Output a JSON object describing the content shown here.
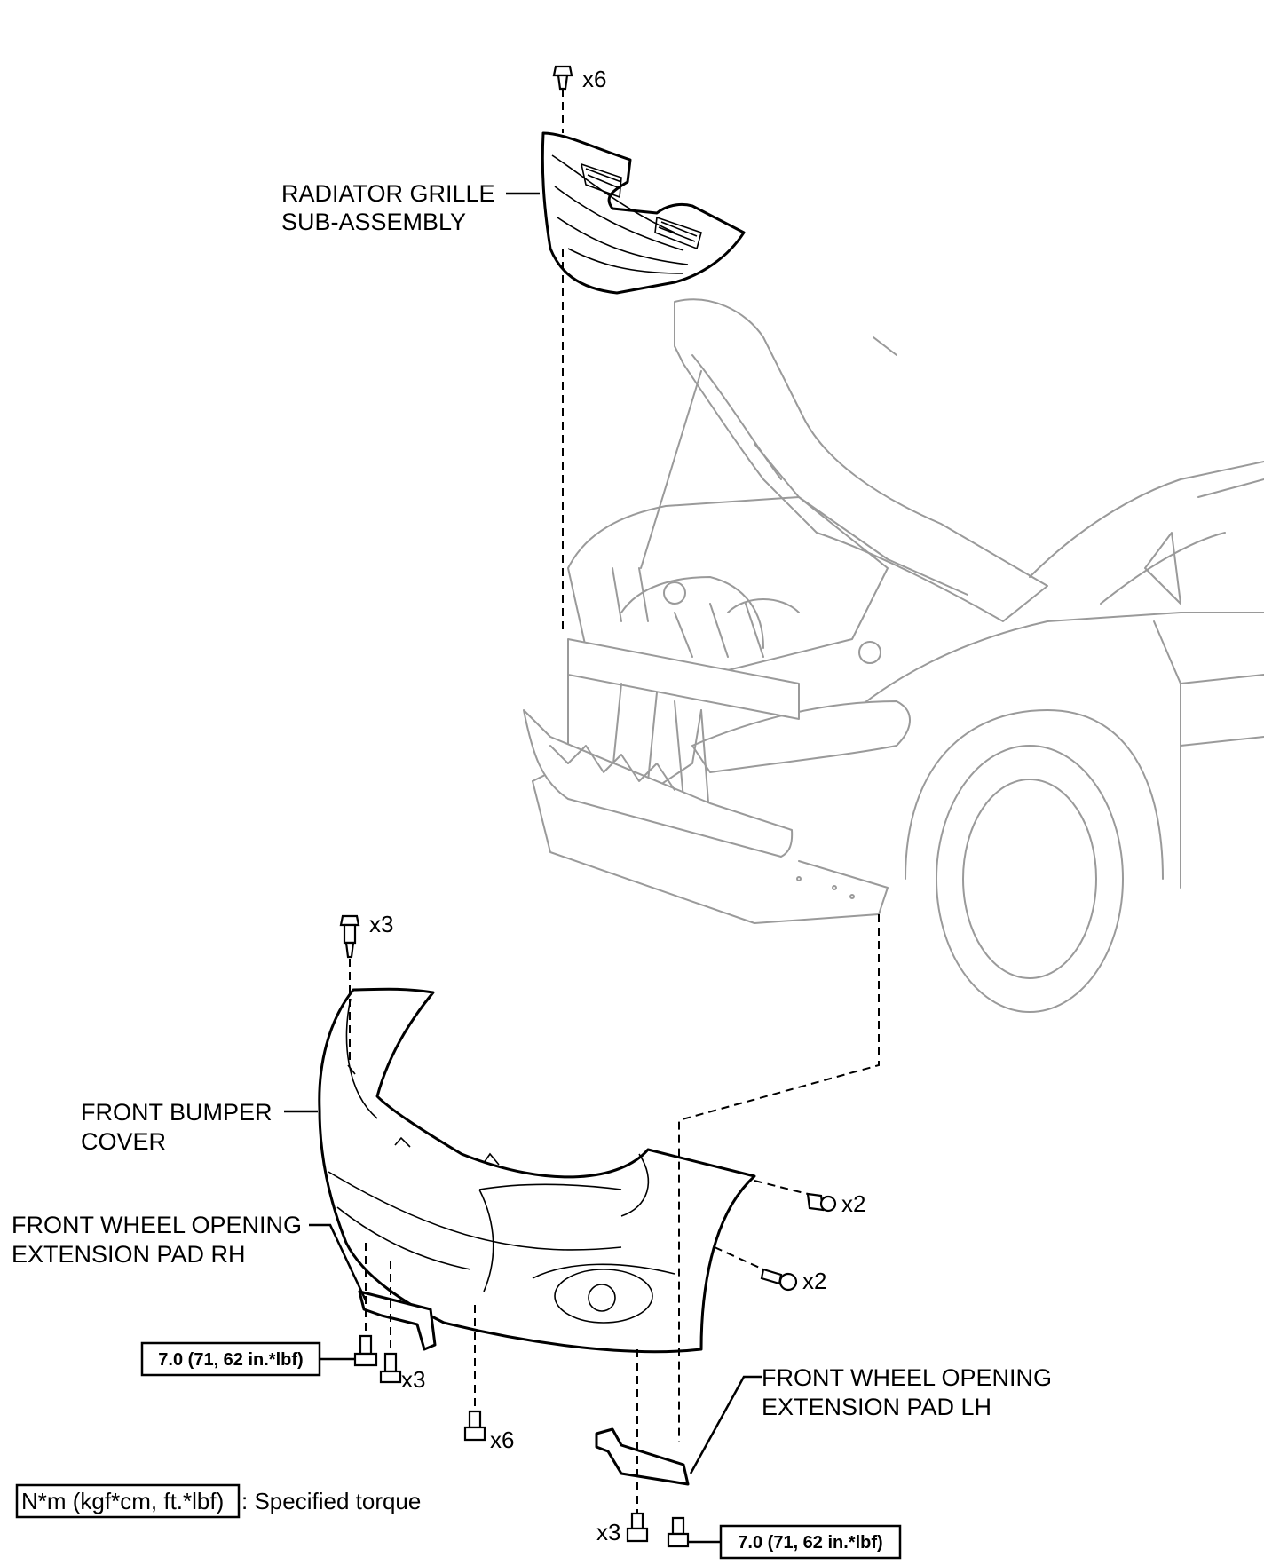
{
  "labels": {
    "radiator_grille_line1": "RADIATOR GRILLE",
    "radiator_grille_line2": "SUB-ASSEMBLY",
    "front_bumper_line1": "FRONT BUMPER",
    "front_bumper_line2": "COVER",
    "pad_rh_line1": "FRONT WHEEL OPENING",
    "pad_rh_line2": "EXTENSION PAD RH",
    "pad_lh_line1": "FRONT WHEEL OPENING",
    "pad_lh_line2": "EXTENSION PAD LH"
  },
  "fastener_counts": {
    "grille_clips": "x6",
    "top_clips": "x3",
    "side_screws_upper": "x2",
    "side_screws_lower": "x2",
    "rh_screws": "x3",
    "bottom_screws": "x6",
    "lh_screws": "x3"
  },
  "torque": {
    "rh_value": "7.0 (71, 62 in.*lbf)",
    "lh_value": "7.0 (71, 62 in.*lbf)"
  },
  "legend": {
    "boxed_text": "N*m (kgf*cm, ft.*lbf)",
    "description": ": Specified torque"
  }
}
